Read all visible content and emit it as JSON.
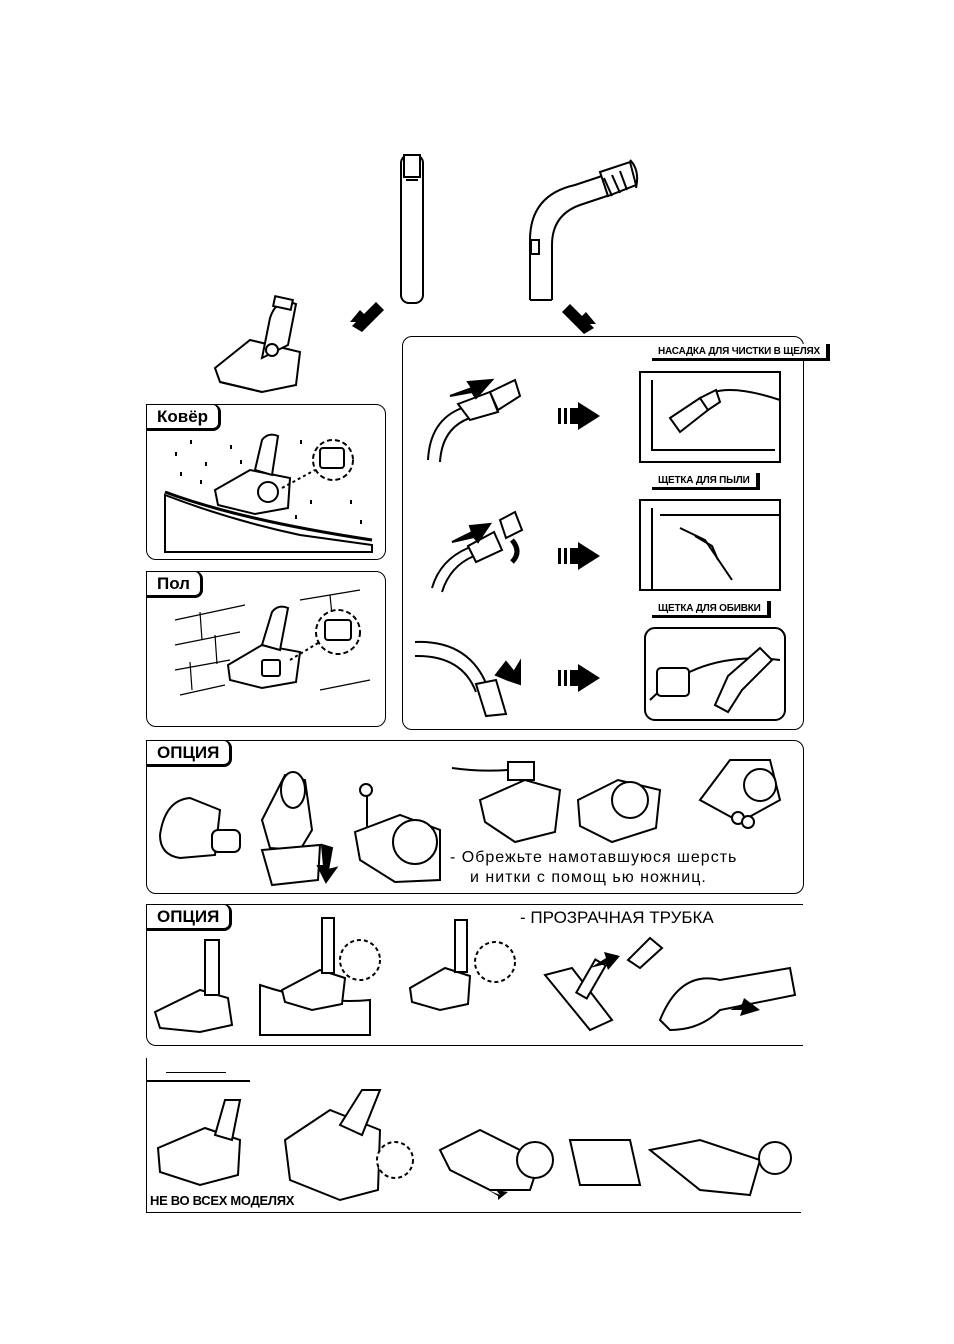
{
  "carpet": {
    "label": "Ковёр"
  },
  "floor": {
    "label": "Пол"
  },
  "accessories": {
    "crevice_label": "НАСАДКА ДЛЯ ЧИСТКИ В ЩЕЛЯХ",
    "dusting_label": "ЩЕТКА ДЛЯ ПЫЛИ",
    "upholstery_label": "ЩЕТКА ДЛЯ ОБИВКИ"
  },
  "option1": {
    "label": "ОПЦИЯ",
    "note_line1": "- Обрежьте намотавшуюся шерсть",
    "note_line2": "и нитки с помощ ью ножниц."
  },
  "option2": {
    "label": "ОПЦИЯ",
    "title": "- ПРОЗРАЧНАЯ ТРУБКА"
  },
  "models": {
    "footer": "НЕ ВО ВСЕХ МОДЕЛЯХ"
  }
}
